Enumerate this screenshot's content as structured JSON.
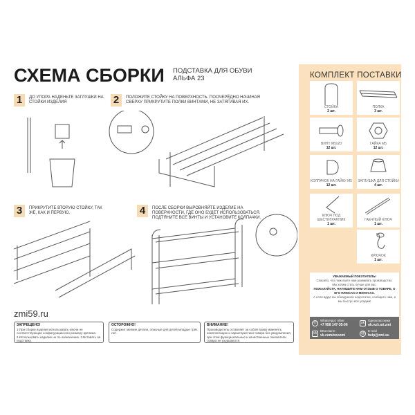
{
  "header": {
    "title": "СХЕМА СБОРКИ",
    "subtitle_line1": "ПОДСТАВКА ДЛЯ ОБУВИ",
    "subtitle_line2": "АЛЬФА 23"
  },
  "steps": [
    {
      "num": "1",
      "text": "До упора наденьте заглушки на стойки изделия"
    },
    {
      "num": "2",
      "text": "Положите стойку на поверхность. Поочерёдно начиная сверху прикрутите полки винтами, не затягивая их."
    },
    {
      "num": "3",
      "text": "Прикрутите вторую стойку, так же, как и первую."
    },
    {
      "num": "4",
      "text": "После сборки выровняйте изделие на поверхности, где оно будет использоваться. Подтяните все винты и установите колпачки."
    }
  ],
  "site": "zmi59.ru",
  "warnings": [
    {
      "title": "ЗАПРЕЩЕНО!",
      "text": "1.При сборке изделия использовать ключи не соответствующие конфигурации или размеру крепежа. 2.Использовать изделие не по назначению. 3.Вставать на подставку."
    },
    {
      "title": "ОСТОРОЖНО!",
      "text": "Содержит мелкие детали, опасные для детей младше трёх лет."
    },
    {
      "title": "ВНИМАНИЕ!",
      "text": "Производитель оставляет за собой право изменять комплектацию и характеристики товара без уведомления, при этом функциональные и качественные показатели товара не ухудшаются."
    }
  ],
  "kit": {
    "title": "КОМПЛЕКТ ПОСТАВКИ",
    "items": [
      {
        "name": "СТОЙКА",
        "qty": "2 шт."
      },
      {
        "name": "ПОЛКА",
        "qty": "3 шт."
      },
      {
        "name": "ВИНТ М5х20",
        "qty": "12 шт."
      },
      {
        "name": "ГАЙКА М5",
        "qty": "12 шт."
      },
      {
        "name": "КОЛПАЧОК НА ГАЙКУ М5",
        "qty": "12 шт."
      },
      {
        "name": "ЗАГЛУШКА ДЛЯ СТОЙКИ",
        "qty": "4 шт."
      },
      {
        "name": "КЛЮЧ ПОД ШЕСТИГРАННИК",
        "qty": "1 шт."
      },
      {
        "name": "ГАЕЧНЫЙ КЛЮЧ",
        "qty": "1 шт."
      },
      {
        "name": "КРЮЧОК",
        "qty": "1 шт."
      }
    ]
  },
  "feedback": {
    "l1": "УВАЖАЕМЫЙ ПОКУПАТЕЛЬ!",
    "l2": "Спасибо, что помогаете нам развивать производство.",
    "l3": "Мы хотим стать лучше для вас.",
    "l4": "ПОЖАЛУЙСТА, НАПИШИТЕ НАМ ОТЗЫВ О ТОВАРЕ, О ЕГО ПЛЮСАХ И МИНУСАХ.",
    "l5": "А если вдруг вы обнаружили недостатки, сообщите нам, и мы быстро всё уладим!"
  },
  "contacts": [
    {
      "label": "WhatsApp | Viber",
      "value": "+7 958 147-35-06"
    },
    {
      "label": "Одноклассники",
      "value": "ok.ru/z.mi.zmi"
    },
    {
      "label": "ВКонтакте",
      "value": "vk.com/ooozmi"
    },
    {
      "label": "E-mail",
      "value": "help@zmi.su"
    }
  ]
}
